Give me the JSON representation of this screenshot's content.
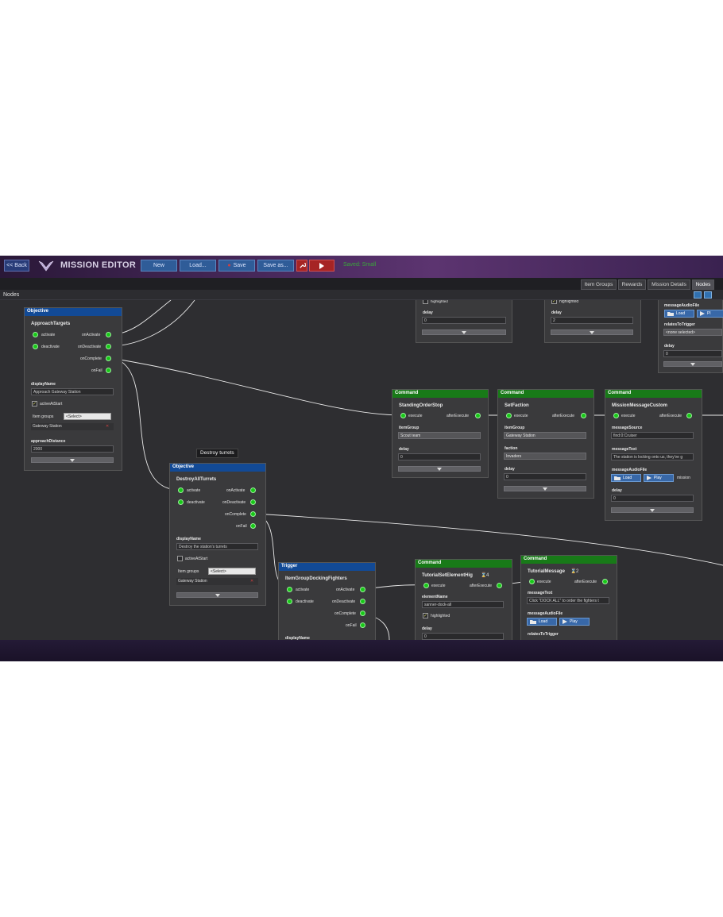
{
  "toolbar": {
    "back": "<< Back",
    "title": "MISSION EDITOR",
    "new": "New",
    "load": "Load...",
    "save": "Save",
    "save_as": "Save as...",
    "status": "Saved: Small"
  },
  "tabs": [
    "Item Groups",
    "Rewards",
    "Mission Details",
    "Nodes"
  ],
  "panel_title": "Nodes",
  "tooltip": "Destroy turrets",
  "common": {
    "activate": "activate",
    "deactivate": "deactivate",
    "onActivate": "onActivate",
    "onDeactivate": "onDeactivate",
    "onComplete": "onComplete",
    "onFail": "onFail",
    "execute": "execute",
    "afterExecute": "afterExecute",
    "displayName": "displayName",
    "activeAtStart": "activeAtStart",
    "itemGroups": "Item groups",
    "select": "<Select>",
    "itemGroup": "itemGroup",
    "delay": "delay",
    "highlighted": "highlighted",
    "check": "✓",
    "load": "Load",
    "play": "Play",
    "messageAudioFile": "messageAudioFile",
    "messageText": "messageText",
    "relatesToTrigger": "relatesToTrigger"
  },
  "nodes": {
    "approach": {
      "header": "Objective",
      "title": "ApproachTargets",
      "displayName": "Approach Gateway Station",
      "item": "Gateway Station",
      "approachDistanceLabel": "approachDistance",
      "approachDistance": "2000"
    },
    "destroy": {
      "header": "Objective",
      "title": "DestroyAllTurrets",
      "displayName": "Destroy the station's turrets",
      "item": "Gateway Station"
    },
    "trigger": {
      "header": "Trigger",
      "title": "ItemGroupDockingFighters",
      "displayName": "displayName"
    },
    "topA": {
      "delay": "0"
    },
    "topB": {
      "delay": "2"
    },
    "topC": {
      "none_selected": "<none selected>",
      "delay": "0",
      "load": "Load",
      "play": "Pl"
    },
    "standing": {
      "header": "Command",
      "title": "StandingOrderStop",
      "itemGroup": "Scout team",
      "delay": "0"
    },
    "faction": {
      "header": "Command",
      "title": "SetFaction",
      "itemGroup": "Gateway Station",
      "factionLabel": "faction",
      "faction": "Invaders",
      "delay": "0"
    },
    "message": {
      "header": "Command",
      "title": "MissionMessageCustom",
      "sourceLabel": "messageSource",
      "source": "find:0:Cruiser",
      "text": "The station is locking onto us, they've g",
      "audioName": "mission",
      "delay": "0"
    },
    "tutorialSet": {
      "header": "Command",
      "title": "TutorialSetElementHig",
      "badge": "4",
      "elementNameLabel": "elementName",
      "elementName": "sanner-dock-all",
      "delay": "0"
    },
    "tutorialMsg": {
      "header": "Command",
      "title": "TutorialMessage",
      "badge": "2",
      "text": "Click \"DOCK ALL\" to order the fighters t"
    }
  }
}
